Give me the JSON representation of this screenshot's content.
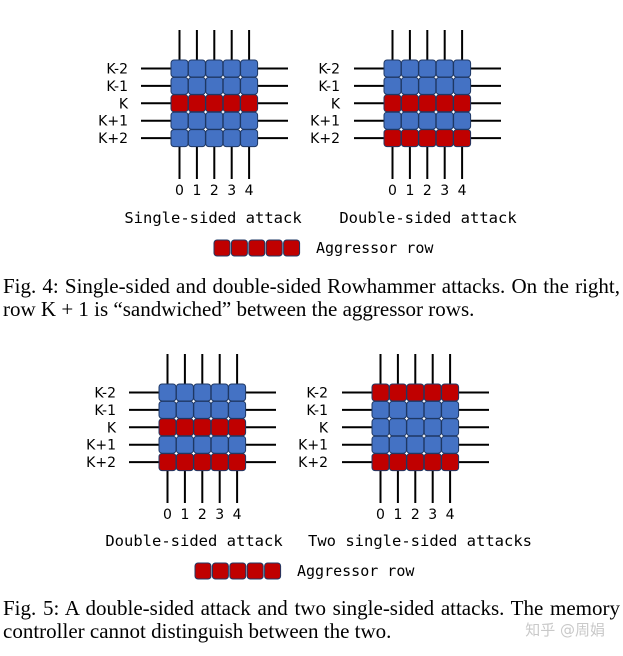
{
  "colors": {
    "blue": "#4472c4",
    "red": "#c00000",
    "edge": "#1f3864",
    "line": "#000000"
  },
  "row_labels": [
    "K-2",
    "K-1",
    "K",
    "K+1",
    "K+2"
  ],
  "column_labels": [
    "0",
    "1",
    "2",
    "3",
    "4"
  ],
  "figure4": {
    "panels": [
      {
        "title": "Single-sided attack",
        "aggressor_rows": [
          2
        ]
      },
      {
        "title": "Double-sided attack",
        "aggressor_rows": [
          2,
          4
        ]
      }
    ],
    "legend": "Aggressor row",
    "caption": "Fig. 4: Single-sided and double-sided Rowhammer attacks. On the right, row K + 1 is “sandwiched” between the aggressor rows."
  },
  "figure5": {
    "panels": [
      {
        "title": "Double-sided attack",
        "aggressor_rows": [
          2,
          4
        ]
      },
      {
        "title": "Two single-sided attacks",
        "aggressor_rows": [
          0,
          4
        ]
      }
    ],
    "legend": "Aggressor row",
    "caption": "Fig. 5: A double-sided attack and two single-sided attacks. The memory controller cannot distinguish between the two."
  },
  "watermark": "知乎 @周娟"
}
